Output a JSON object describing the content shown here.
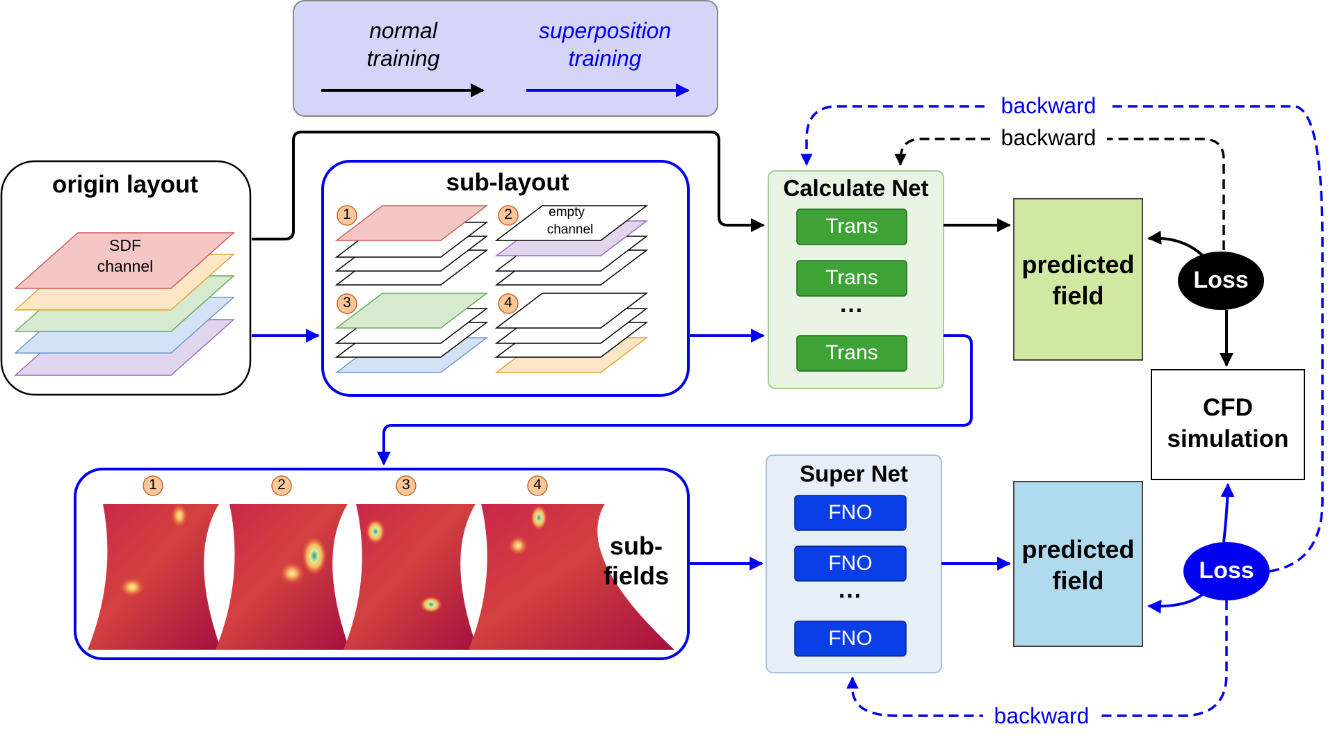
{
  "legend": {
    "normal_line1": "normal",
    "normal_line2": "training",
    "super_line1": "superposition",
    "super_line2": "training",
    "normal_color": "#000000",
    "super_color": "#0000ee"
  },
  "origin_layout": {
    "title": "origin layout",
    "sdf_line1": "SDF",
    "sdf_line2": "channel"
  },
  "sub_layout": {
    "title": "sub-layout",
    "badges": [
      "1",
      "2",
      "3",
      "4"
    ],
    "empty_line1": "empty",
    "empty_line2": "channel"
  },
  "calculate_net": {
    "title": "Calculate Net",
    "blocks": [
      "Trans",
      "Trans",
      "Trans"
    ],
    "ellipsis": "···"
  },
  "super_net": {
    "title": "Super Net",
    "blocks": [
      "FNO",
      "FNO",
      "FNO"
    ],
    "ellipsis": "···"
  },
  "predicted_top": {
    "line1": "predicted",
    "line2": "field"
  },
  "predicted_bottom": {
    "line1": "predicted",
    "line2": "field"
  },
  "loss_top": "Loss",
  "loss_bottom": "Loss",
  "cfd": {
    "line1": "CFD",
    "line2": "simulation"
  },
  "sub_fields": {
    "line1": "sub-",
    "line2": "fields",
    "badges": [
      "1",
      "2",
      "3",
      "4"
    ]
  },
  "backward": {
    "blue_top": "backward",
    "black_top": "backward",
    "blue_bottom": "backward"
  },
  "colors": {
    "layer_red": "#f4c7c5",
    "layer_orange": "#fde6c6",
    "layer_green": "#d6ead0",
    "layer_blue": "#d3e2f5",
    "layer_purple": "#e2d6ee",
    "trans_green": "#3fa236",
    "fno_blue": "#0a3ee6",
    "predicted_green": "#cfe8a2",
    "predicted_blue": "#b0dbee",
    "badge_orange": "#fcc89a"
  }
}
